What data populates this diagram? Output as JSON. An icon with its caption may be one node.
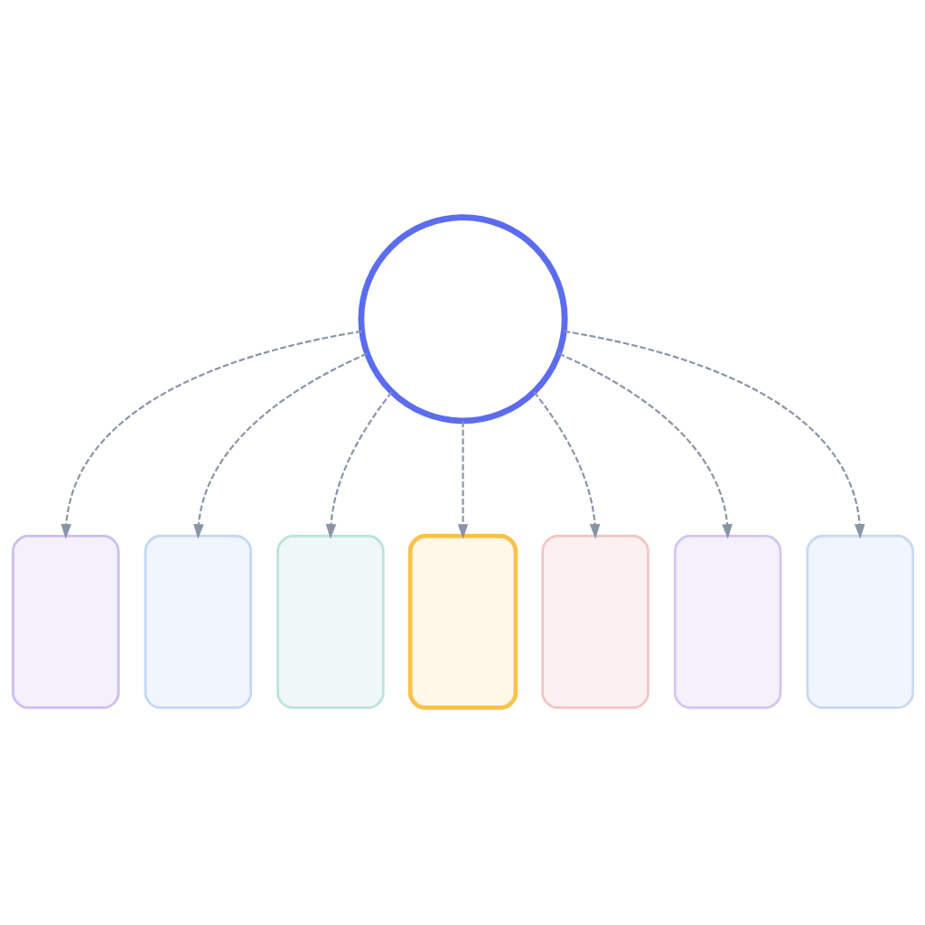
{
  "diagram": {
    "nodes": [
      {
        "text": [],
        "shape": "circle"
      },
      {
        "text": [],
        "shape": "box"
      },
      {
        "text": [],
        "shape": "box"
      },
      {
        "text": [],
        "shape": "box"
      },
      {
        "text": [],
        "shape": "box"
      },
      {
        "text": [],
        "shape": "box"
      },
      {
        "text": [],
        "shape": "box"
      },
      {
        "text": [],
        "shape": "box"
      }
    ],
    "edges": [
      {
        "from": 0,
        "to": 1,
        "arrow": "to",
        "style": "dashed"
      },
      {
        "from": 0,
        "to": 2,
        "arrow": "to",
        "style": "dashed"
      },
      {
        "from": 0,
        "to": 3,
        "arrow": "to",
        "style": "dashed"
      },
      {
        "from": 0,
        "to": 4,
        "arrow": "to",
        "style": "dashed"
      },
      {
        "from": 0,
        "to": 5,
        "arrow": "to",
        "style": "dashed"
      },
      {
        "from": 0,
        "to": 6,
        "arrow": "to",
        "style": "dashed"
      },
      {
        "from": 0,
        "to": 7,
        "arrow": "to",
        "style": "dashed"
      }
    ]
  }
}
